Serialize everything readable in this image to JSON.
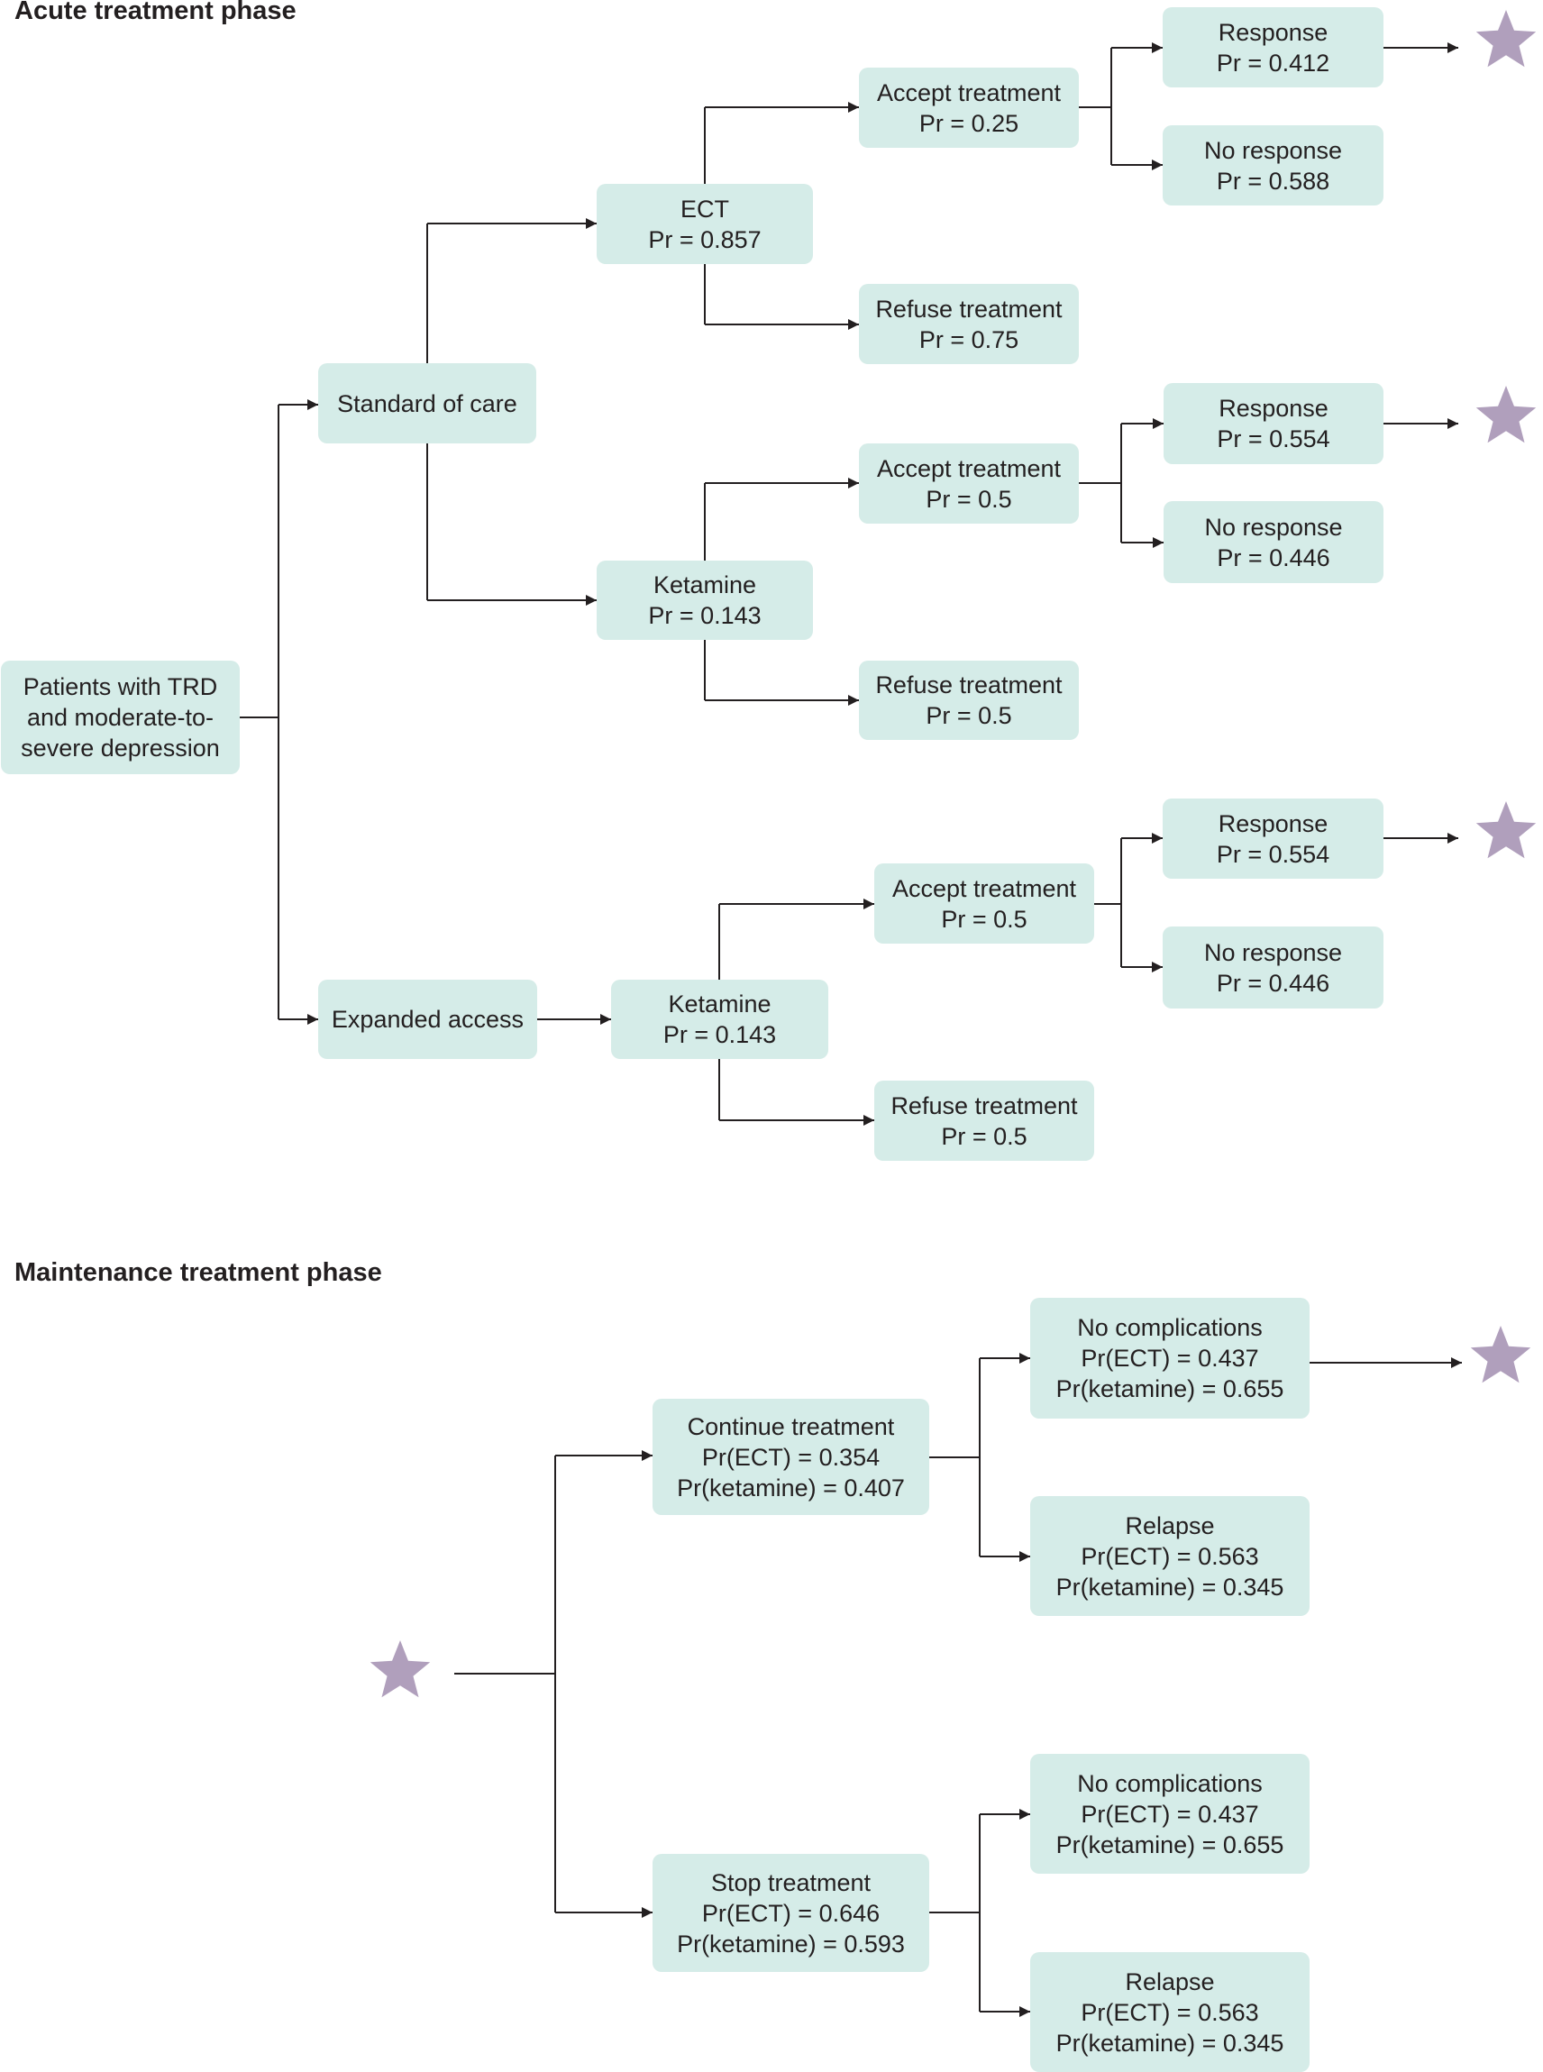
{
  "sections": {
    "acute_title": "Acute treatment phase",
    "maintenance_title": "Maintenance treatment phase"
  },
  "colors": {
    "node_fill": "#d5ece8",
    "star": "#b09fbc",
    "line": "#231f20"
  },
  "acute": {
    "root": {
      "line1": "Patients with TRD",
      "line2": "and moderate-to-",
      "line3": "severe depression"
    },
    "standard_of_care": {
      "label": "Standard of care"
    },
    "expanded_access": {
      "label": "Expanded access"
    },
    "soc_ect": {
      "name": "ECT",
      "pr": "Pr = 0.857"
    },
    "soc_ect_accept": {
      "name": "Accept treatment",
      "pr": "Pr = 0.25"
    },
    "soc_ect_refuse": {
      "name": "Refuse treatment",
      "pr": "Pr = 0.75"
    },
    "soc_ect_response": {
      "name": "Response",
      "pr": "Pr = 0.412"
    },
    "soc_ect_noresponse": {
      "name": "No response",
      "pr": "Pr = 0.588"
    },
    "soc_ket": {
      "name": "Ketamine",
      "pr": "Pr = 0.143"
    },
    "soc_ket_accept": {
      "name": "Accept treatment",
      "pr": "Pr = 0.5"
    },
    "soc_ket_refuse": {
      "name": "Refuse treatment",
      "pr": "Pr = 0.5"
    },
    "soc_ket_response": {
      "name": "Response",
      "pr": "Pr = 0.554"
    },
    "soc_ket_noresponse": {
      "name": "No response",
      "pr": "Pr = 0.446"
    },
    "ea_ket": {
      "name": "Ketamine",
      "pr": "Pr = 0.143"
    },
    "ea_ket_accept": {
      "name": "Accept treatment",
      "pr": "Pr = 0.5"
    },
    "ea_ket_refuse": {
      "name": "Refuse treatment",
      "pr": "Pr = 0.5"
    },
    "ea_ket_response": {
      "name": "Response",
      "pr": "Pr = 0.554"
    },
    "ea_ket_noresponse": {
      "name": "No response",
      "pr": "Pr = 0.446"
    }
  },
  "maintenance": {
    "continue": {
      "name": "Continue treatment",
      "ect": "Pr(ECT) = 0.354",
      "ket": "Pr(ketamine) = 0.407"
    },
    "continue_nocomp": {
      "name": "No complications",
      "ect": "Pr(ECT) = 0.437",
      "ket": "Pr(ketamine) = 0.655"
    },
    "continue_relapse": {
      "name": "Relapse",
      "ect": "Pr(ECT) = 0.563",
      "ket": "Pr(ketamine) = 0.345"
    },
    "stop": {
      "name": "Stop treatment",
      "ect": "Pr(ECT) = 0.646",
      "ket": "Pr(ketamine) = 0.593"
    },
    "stop_nocomp": {
      "name": "No complications",
      "ect": "Pr(ECT) = 0.437",
      "ket": "Pr(ketamine) = 0.655"
    },
    "stop_relapse": {
      "name": "Relapse",
      "ect": "Pr(ECT) = 0.563",
      "ket": "Pr(ketamine) = 0.345"
    }
  }
}
